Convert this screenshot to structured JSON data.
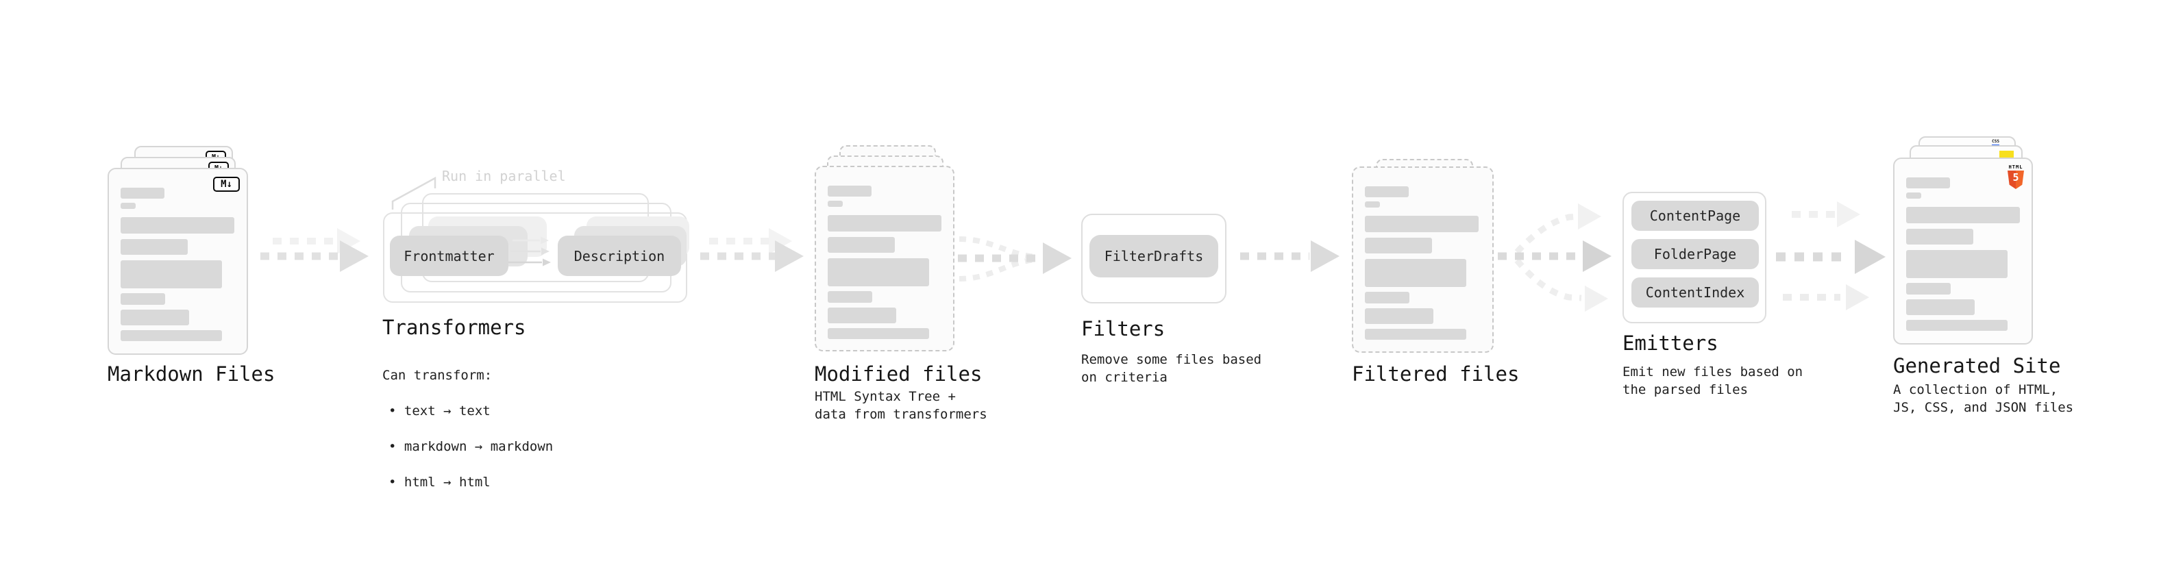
{
  "stages": {
    "markdown_files": {
      "title": "Markdown Files",
      "icon": "M↓"
    },
    "transformers": {
      "title": "Transformers",
      "note": "Run in parallel",
      "chips": {
        "frontmatter": "Frontmatter",
        "description": "Description"
      },
      "desc_heading": "Can transform:",
      "bullets": [
        "• text → text",
        "• markdown → markdown",
        "• html → html"
      ]
    },
    "modified_files": {
      "title": "Modified files",
      "description": "HTML Syntax Tree +\ndata from transformers"
    },
    "filters": {
      "title": "Filters",
      "chip": "FilterDrafts",
      "description": "Remove some files based\non criteria"
    },
    "filtered_files": {
      "title": "Filtered files"
    },
    "emitters": {
      "title": "Emitters",
      "chips": [
        "ContentPage",
        "FolderPage",
        "ContentIndex"
      ],
      "description": "Emit new files based on\nthe parsed files"
    },
    "generated_site": {
      "title": "Generated Site",
      "description": "A collection of HTML,\nJS, CSS, and JSON files",
      "badges": {
        "css": "CSS",
        "html": "HTML",
        "html_version": "5"
      }
    }
  },
  "colors": {
    "html5_orange": "#e44d26",
    "html5_orange_light": "#f16529",
    "js_yellow": "#f7df1e",
    "css_blue": "#2861f0",
    "skeleton_gray": "#d9d9d9",
    "chip_gray": "#d9d9d9",
    "card_border": "#d6d6d6",
    "dashed_border": "#c8c8c8",
    "arrow_gray": "#dcdcdc",
    "arrow_light": "#f0f0f0",
    "note_gray": "#d2d2d2"
  }
}
